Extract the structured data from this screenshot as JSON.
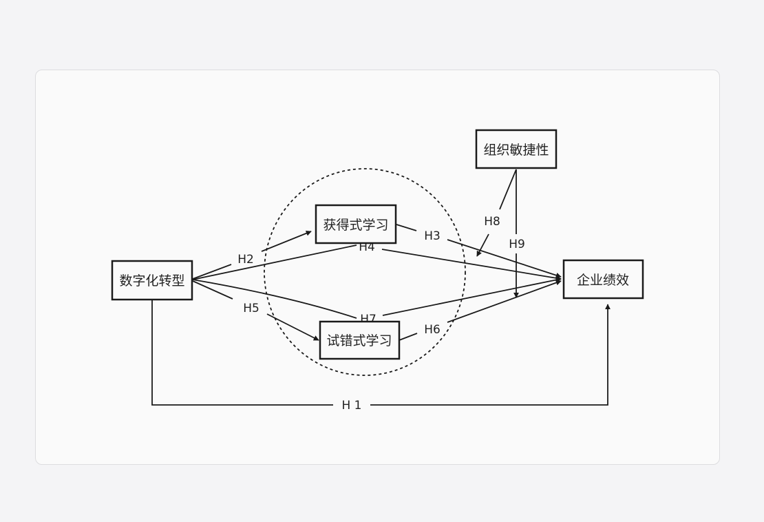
{
  "nodes": {
    "digital_transformation": "数字化转型",
    "acquisitive_learning": "获得式学习",
    "experimental_learning": "试错式学习",
    "organizational_agility": "组织敏捷性",
    "firm_performance": "企业绩效"
  },
  "hypotheses": {
    "h1": "H 1",
    "h2": "H2",
    "h3": "H3",
    "h4": "H4",
    "h5": "H5",
    "h6": "H6",
    "h7": "H7",
    "h8": "H8",
    "h9": "H9"
  },
  "colors": {
    "stroke": "#1a1a1a",
    "card_background": "#fafafa",
    "page_background": "#f4f4f6"
  }
}
